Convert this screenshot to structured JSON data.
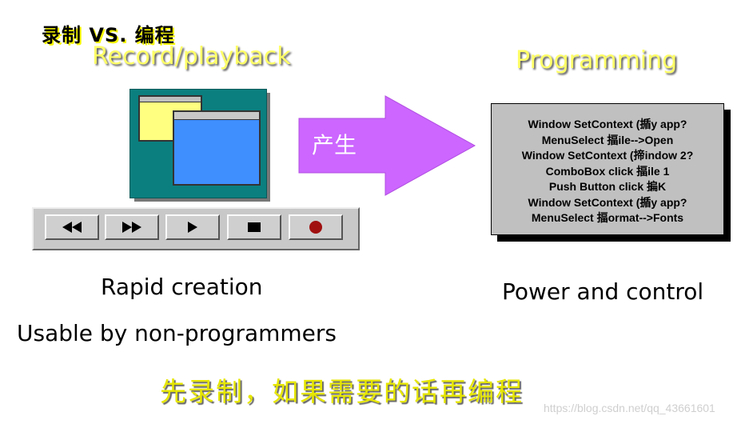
{
  "title": "录制 VS. 编程",
  "record_heading": "Record/playback",
  "programming_heading": "Programming",
  "arrow_label": "产生",
  "controls": [
    {
      "icon": "rewind-icon"
    },
    {
      "icon": "fast-forward-icon"
    },
    {
      "icon": "play-icon"
    },
    {
      "icon": "stop-icon"
    },
    {
      "icon": "record-icon"
    }
  ],
  "code_lines": [
    "Window SetContext (揗y app?",
    "MenuSelect 揊ile-->Open",
    "Window SetContext (揥indow 2?",
    "ComboBox click  揊ile 1",
    "Push Button click 揙K",
    "Window SetContext (揗y app?",
    "MenuSelect 揊ormat-->Fonts"
  ],
  "captions": {
    "rapid": "Rapid creation",
    "usable": "Usable by non-programmers",
    "power": "Power and control"
  },
  "bottom_note": "先录制，如果需要的话再编程",
  "watermark": "https://blog.csdn.net/qq_43661601",
  "colors": {
    "heading_yellow": "#ffff66",
    "arrow_purple": "#cc66ff",
    "monitor_teal": "#0b7f7f",
    "window_blue": "#3f8fff",
    "window_yellow": "#ffff80",
    "code_box_gray": "#c0c0c0"
  }
}
